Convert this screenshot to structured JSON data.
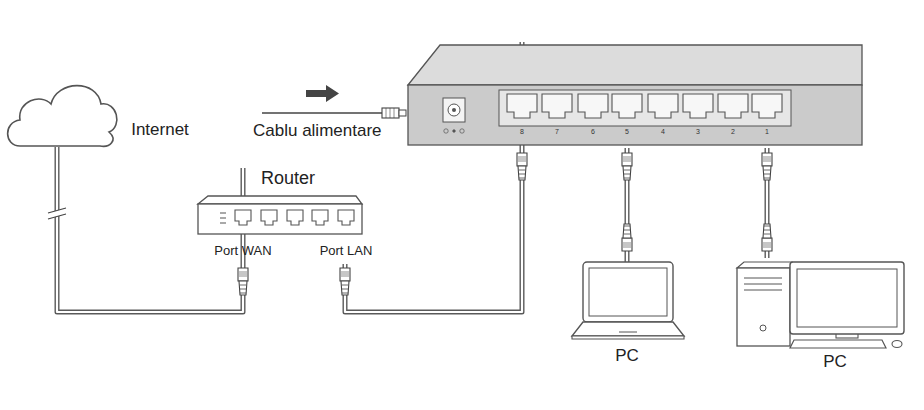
{
  "diagram": {
    "nodes": [
      {
        "text": [
          "Internet"
        ]
      },
      {
        "text": [
          "Router",
          "Port WAN",
          "Port LAN"
        ]
      },
      {
        "text": [
          "8",
          "7",
          "6",
          "5",
          "4",
          "3",
          "2",
          "1"
        ]
      },
      {
        "text": [
          "PC"
        ]
      },
      {
        "text": [
          "PC"
        ]
      }
    ],
    "edges": [
      {
        "from": 0,
        "to": 1,
        "arrow": "none"
      },
      {
        "from": 1,
        "to": 2,
        "arrow": "none"
      },
      {
        "from": 2,
        "to": 3,
        "arrow": "none"
      },
      {
        "from": 2,
        "to": 4,
        "arrow": "none"
      }
    ],
    "labels": [
      "Cablu alimentare"
    ]
  }
}
